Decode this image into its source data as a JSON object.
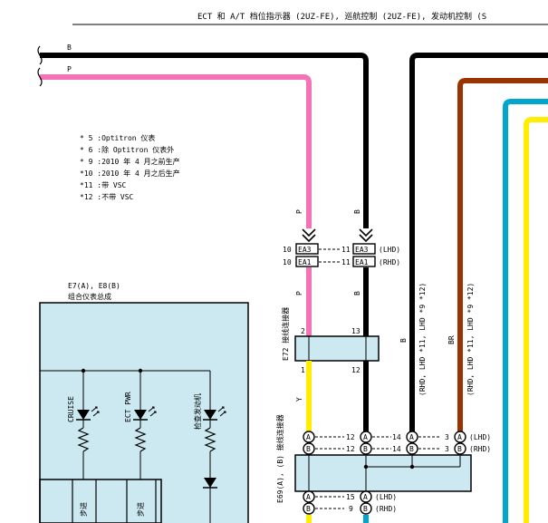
{
  "header": {
    "title": "ECT 和 A/T 档位指示器 (2UZ-FE), 巡航控制 (2UZ-FE), 发动机控制 (S"
  },
  "wires": {
    "b_label": "B",
    "p_label": "P",
    "p_vertical_label_upper": "P",
    "p_vertical_label_lower": "P",
    "b_vertical_label_upper": "B",
    "b_vertical_label_lower": "B",
    "y_label": "Y",
    "b_right_label": "B",
    "br_right_label": "BR"
  },
  "notes": [
    "* 5 :Optitron 仪表",
    "* 6 :除 Optitron 仪表外",
    "* 9 :2010 年 4 月之前生产",
    "*10 :2010 年 4 月之后生产",
    "*11 :带 VSC",
    "*12 :不带 VSC"
  ],
  "connector_ea": {
    "row1": {
      "left_pin": "10",
      "left_id": "EA3",
      "right_pin": "11",
      "right_id": "EA3",
      "variant": "(LHD)"
    },
    "row2": {
      "left_pin": "10",
      "left_id": "EA1",
      "right_pin": "11",
      "right_id": "EA1",
      "variant": "(RHD)"
    }
  },
  "combo_meter": {
    "ref": "E7(A), E8(B)",
    "name": "组合仪表总成",
    "indicators": [
      "CRUISE",
      "ECT PWR",
      "检查发动机"
    ],
    "sub_labels": [
      "步进",
      "步进"
    ]
  },
  "connector_e72": {
    "name": "E72 接线连接器",
    "pin_left_top": "2",
    "pin_right_top": "13",
    "pin_left_bottom": "1",
    "pin_right_bottom": "12"
  },
  "connector_e69": {
    "name": "E69(A), (B) 接线连接器",
    "row1": {
      "a1": "A",
      "p1": "12",
      "a2": "A",
      "p2": "14",
      "a3": "A",
      "p3": "3",
      "a4": "A",
      "variant": "(LHD)"
    },
    "row2": {
      "a1": "B",
      "p1": "12",
      "a2": "B",
      "p2": "14",
      "a3": "B",
      "p3": "3",
      "a4": "B",
      "variant": "(RHD)"
    },
    "row3": {
      "a1": "A",
      "p1": "15",
      "a2": "A",
      "variant": "(LHD)"
    },
    "row4": {
      "a1": "B",
      "p1": "9",
      "a2": "B",
      "variant": "(RHD)"
    }
  },
  "right_notes": {
    "left": "(RHD, LHD *11, LHD *9 *12)",
    "right": "(RHD, LHD *11, LHD *9 *12)"
  },
  "colors": {
    "black": "#000000",
    "pink": "#f472b6",
    "yellow": "#ffee00",
    "brown": "#993300",
    "cyan": "#00a6cc",
    "panel": "#cce8f0"
  }
}
